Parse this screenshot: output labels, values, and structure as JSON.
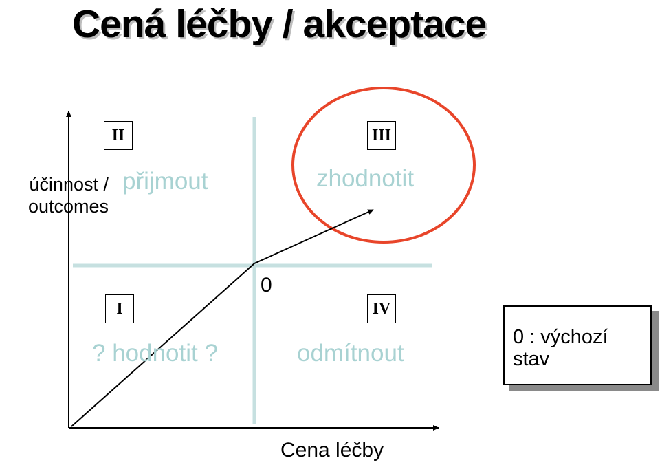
{
  "title": "Cená léčby / akceptace",
  "axes": {
    "y_label_line1": "účinnost /",
    "y_label_line2": "outcomes",
    "x_label": "Cena léčby"
  },
  "origin_label": "0",
  "quadrants": [
    {
      "id": "II",
      "label": "přijmout"
    },
    {
      "id": "III",
      "label": "zhodnotit"
    },
    {
      "id": "I",
      "label": "? hodnotit ?"
    },
    {
      "id": "IV",
      "label": "odmítnout"
    }
  ],
  "legend": {
    "line1": "0 : výchozí",
    "line2": "stav"
  },
  "colors": {
    "quadrant_label": "#a8d2d2",
    "divider": "#c6e0e0",
    "highlight_circle": "#e8452a"
  }
}
